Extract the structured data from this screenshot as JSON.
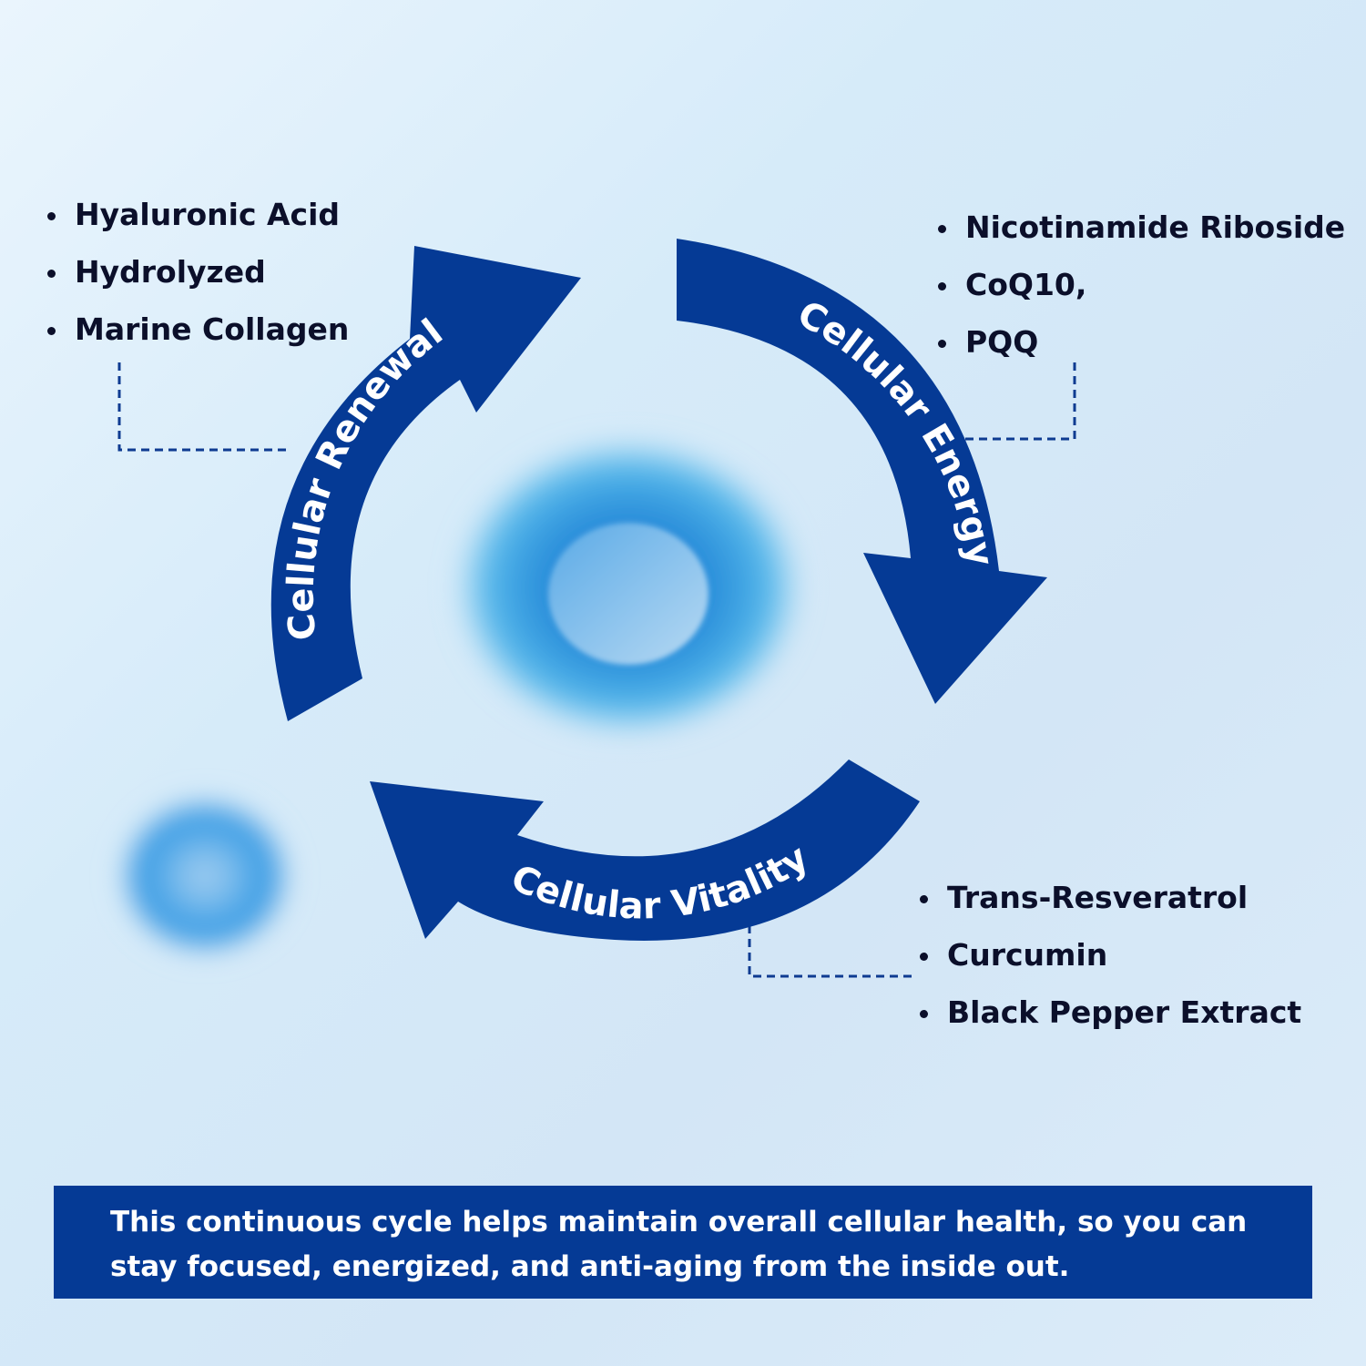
{
  "colors": {
    "arrow_fill": "#053a95",
    "caption_background": "#053a95",
    "caption_text": "#ffffff",
    "list_text": "#0b0f2a",
    "connector_dash": "#0e3b91",
    "cell_blue": "#3aa6e6"
  },
  "cycle": {
    "renewal": {
      "label": "Cellular Renewal",
      "ingredients": [
        "Hyaluronic Acid",
        "Hydrolyzed",
        "Marine Collagen"
      ]
    },
    "energy": {
      "label": "Cellular Energy",
      "ingredients": [
        "Nicotinamide Riboside",
        "CoQ10,",
        "PQQ"
      ]
    },
    "vitality": {
      "label": "Cellular Vitality",
      "ingredients": [
        "Trans-Resveratrol",
        "Curcumin",
        "Black Pepper Extract"
      ]
    }
  },
  "caption": {
    "text": "This continuous cycle helps maintain overall cellular health, so you can stay focused, energized, and anti-aging from the inside out."
  }
}
